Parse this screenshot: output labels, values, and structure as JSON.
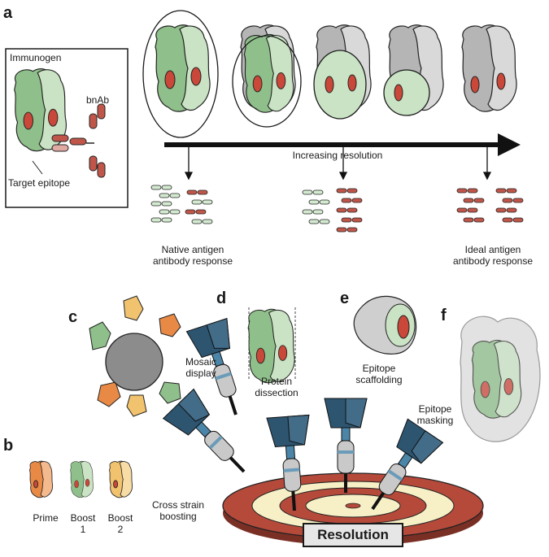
{
  "panels": [
    "a",
    "b",
    "c",
    "d",
    "e",
    "f"
  ],
  "panel_a": {
    "immunogen": "Immunogen",
    "bnab": "bnAb",
    "target_epitope": "Target epitope",
    "axis_label": "Increasing resolution",
    "native_response": [
      "Native antigen",
      "antibody response"
    ],
    "ideal_response": [
      "Ideal antigen",
      "antibody response"
    ]
  },
  "panel_b": {
    "prime": "Prime",
    "boost1": [
      "Boost",
      "1"
    ],
    "boost2": [
      "Boost",
      "2"
    ]
  },
  "strategies": {
    "mosaic": [
      "Mosaic",
      "display"
    ],
    "dissection": [
      "Protein",
      "dissection"
    ],
    "scaffolding": [
      "Epitope",
      "scaffolding"
    ],
    "masking": [
      "Epitope",
      "masking"
    ],
    "cross_strain": [
      "Cross strain",
      "boosting"
    ]
  },
  "target_label": "Resolution",
  "colors": {
    "green_dark": "#8fbf8a",
    "green_light": "#c9e3c4",
    "epitope_red": "#c9483a",
    "antibody_red": "#c0564a",
    "antibody_green": "#d3ead0",
    "grey": "#bdbdbd",
    "dart_blue": "#2d5570",
    "target_red": "#b54a3b",
    "target_cream": "#f7f0c6",
    "orange": "#e88a45",
    "yellow": "#f2c36e"
  }
}
